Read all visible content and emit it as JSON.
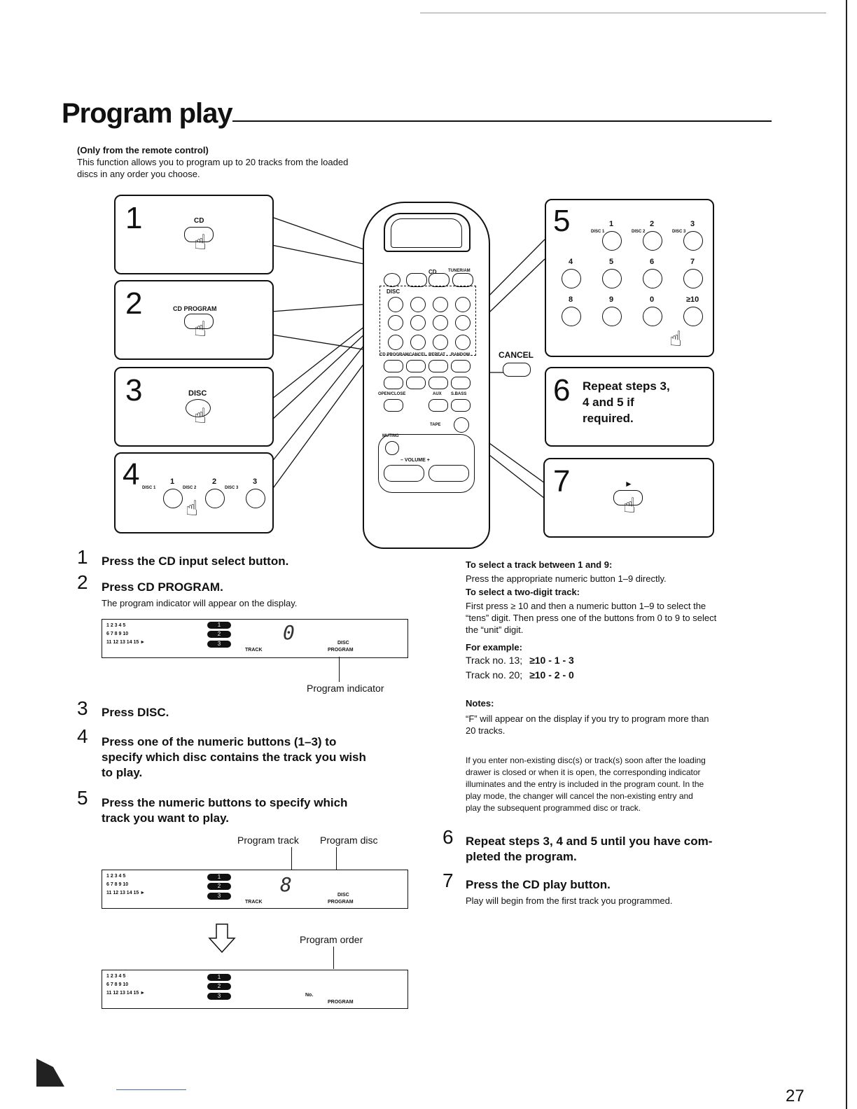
{
  "page": {
    "title": "Program play",
    "remote_only": "(Only from the remote control)",
    "intro_line1": "This function allows you to program up to 20 tracks from the loaded",
    "intro_line2": "discs in any order you choose.",
    "page_number": "27"
  },
  "boxes": {
    "b1": {
      "num": "1",
      "label": "CD"
    },
    "b2": {
      "num": "2",
      "label": "CD PROGRAM"
    },
    "b3": {
      "num": "3",
      "label": "DISC"
    },
    "b4": {
      "num": "4",
      "disc1": "DISC 1",
      "disc2": "DISC 2",
      "disc3": "DISC 3",
      "n1": "1",
      "n2": "2",
      "n3": "3"
    },
    "b5": {
      "num": "5",
      "disc1": "DISC 1",
      "disc2": "DISC 2",
      "disc3": "DISC 3",
      "keys": [
        "1",
        "2",
        "3",
        "4",
        "5",
        "6",
        "7",
        "8",
        "9",
        "0",
        "≥10"
      ]
    },
    "b6": {
      "num": "6",
      "text1": "Repeat steps 3,",
      "text2": "4 and 5 if",
      "text3": "required."
    },
    "b7": {
      "num": "7",
      "symbol": "►"
    },
    "cancel_label": "CANCEL"
  },
  "remote": {
    "cd": "CD",
    "tuner": "TUNER/AM",
    "disc": "DISC",
    "cd_program": "CD PROGRAM",
    "cancel": "CANCEL",
    "repeat": "REPEAT",
    "random": "RANDOM",
    "open_close": "OPEN/CLOSE",
    "aux": "AUX",
    "sbass": "S.BASS",
    "tape": "TAPE",
    "muting": "MUTING",
    "volume": "–  VOLUME  +"
  },
  "steps": {
    "s1": {
      "num": "1",
      "text": "Press the CD input select button."
    },
    "s2": {
      "num": "2",
      "text": "Press CD PROGRAM.",
      "sub": "The program indicator will appear on the display."
    },
    "s3": {
      "num": "3",
      "text": "Press DISC."
    },
    "s4": {
      "num": "4",
      "text1": "Press one of the numeric buttons (1–3) to",
      "text2": "specify which disc contains the track you wish",
      "text3": "to play."
    },
    "s5": {
      "num": "5",
      "text1": "Press the numeric buttons to specify which",
      "text2": "track you want to play."
    },
    "s6": {
      "num": "6",
      "text1": "Repeat steps 3, 4 and 5 until you have com-",
      "text2": "pleted the program."
    },
    "s7": {
      "num": "7",
      "text": "Press the CD play button.",
      "sub": "Play will begin from the first track you programmed."
    }
  },
  "display": {
    "row1": "1   2   3   4   5",
    "row2": "6   7   8   9   10",
    "row3": "11  12  13  14  15  ►",
    "pill1": "1",
    "pill2": "2",
    "pill3": "3",
    "track": "TRACK",
    "disc": "DISC",
    "program": "PROGRAM",
    "no": "No.",
    "seg1": "0",
    "seg2": "8",
    "program_indicator": "Program indicator",
    "program_track": "Program track",
    "program_disc": "Program disc",
    "program_order": "Program order"
  },
  "right": {
    "h1": "To select a track between 1 and 9:",
    "p1": "Press the appropriate numeric button 1–9 directly.",
    "h2": "To select a two-digit track:",
    "p2a": "First press ≥ 10 and then a numeric button 1–9 to select the",
    "p2b": "“tens” digit. Then press one of the buttons from 0 to 9 to select",
    "p2c": "the “unit” digit.",
    "h3": "For example:",
    "ex1": "Track no. 13;",
    "ex1_keys": "≥10 - 1 - 3",
    "ex2": "Track no. 20;",
    "ex2_keys": "≥10 - 2 - 0",
    "notes_h": "Notes:",
    "n1a": "“F” will appear on the display if you try to program more than",
    "n1b": "20 tracks.",
    "n2a": "If you enter non-existing disc(s) or track(s) soon after the loading",
    "n2b": "drawer is closed or when it is open, the corresponding indicator",
    "n2c": "illuminates and the entry is included in the program count. In the",
    "n2d": "play mode, the changer will cancel the non-existing entry and",
    "n2e": "play the subsequent programmed disc or track."
  }
}
